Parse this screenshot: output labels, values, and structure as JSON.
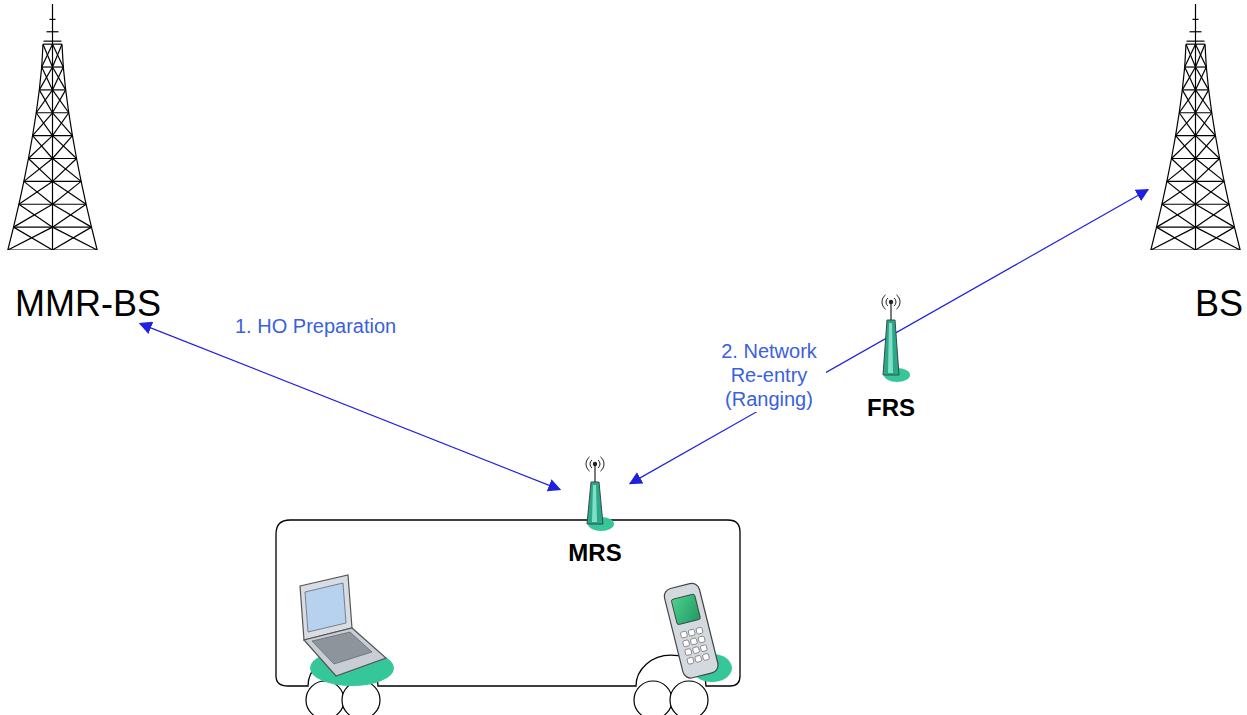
{
  "diagram": {
    "nodes": [
      {
        "text": [
          "MMR-BS"
        ]
      },
      {
        "text": [
          "BS"
        ]
      },
      {
        "text": [
          "FRS"
        ]
      },
      {
        "text": [
          "MRS"
        ]
      }
    ],
    "edges": [
      {
        "from": 0,
        "to": 3,
        "label": "1. HO Preparation",
        "arrow": "both"
      },
      {
        "from": 1,
        "to": 3,
        "label": "2. Network Re-entry (Ranging)",
        "arrow": "both"
      }
    ]
  }
}
